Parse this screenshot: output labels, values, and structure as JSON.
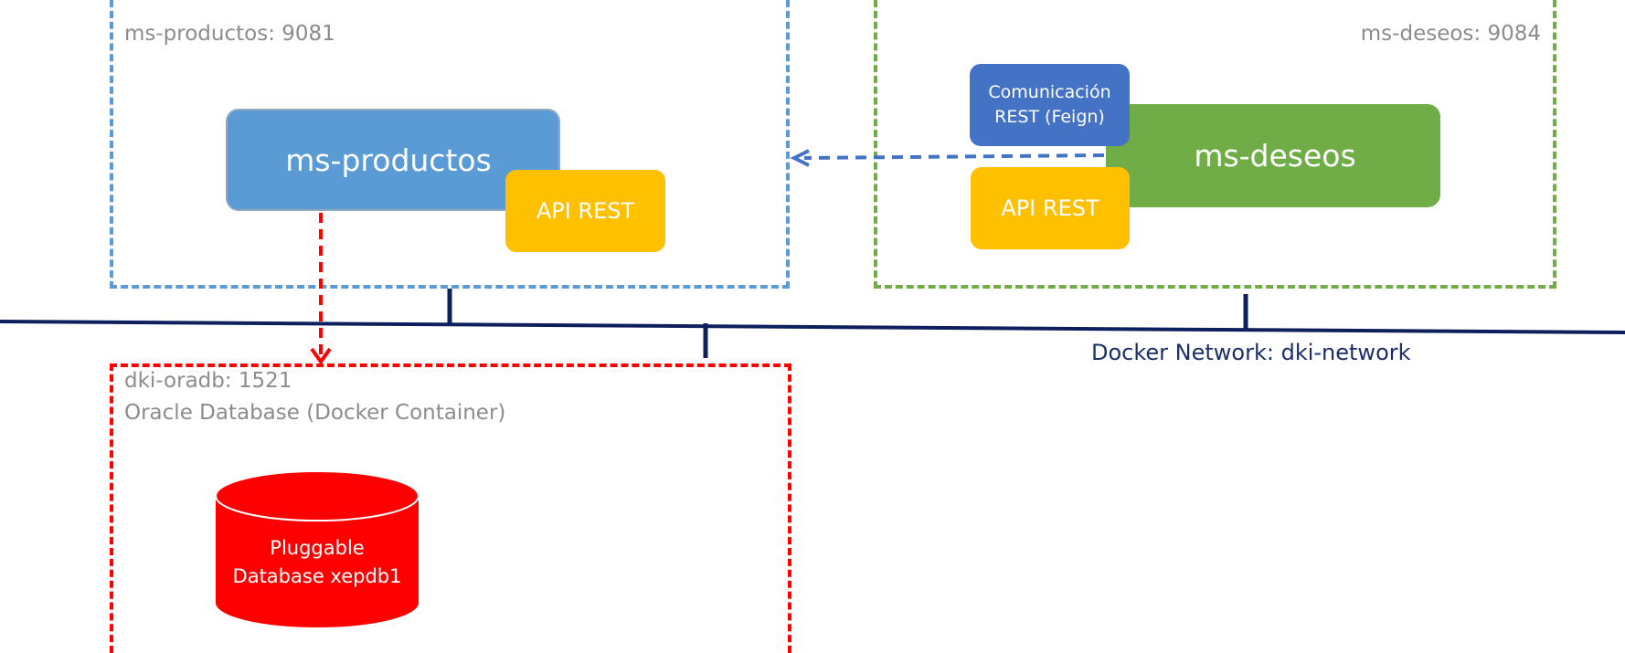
{
  "containers": {
    "productos": {
      "label": "ms-productos: 9081"
    },
    "deseos": {
      "label": "ms-deseos: 9084"
    },
    "oradb": {
      "label_line1": "dki-oradb: 1521",
      "label_line2": "Oracle Database (Docker Container)"
    }
  },
  "services": {
    "productos": {
      "label": "ms-productos",
      "api_label": "API REST"
    },
    "deseos": {
      "label": "ms-deseos",
      "api_label": "API REST",
      "comm_line1": "Comunicación",
      "comm_line2": "REST (Feign)"
    }
  },
  "database": {
    "line1": "Pluggable",
    "line2": "Database xepdb1"
  },
  "network": {
    "label": "Docker Network: dki-network"
  },
  "colors": {
    "productos": "#5b9bd5",
    "deseos": "#70ad47",
    "oradb": "#ff0000",
    "api": "#ffc000",
    "feign": "#4472c4",
    "network": "#0d1f5c"
  }
}
